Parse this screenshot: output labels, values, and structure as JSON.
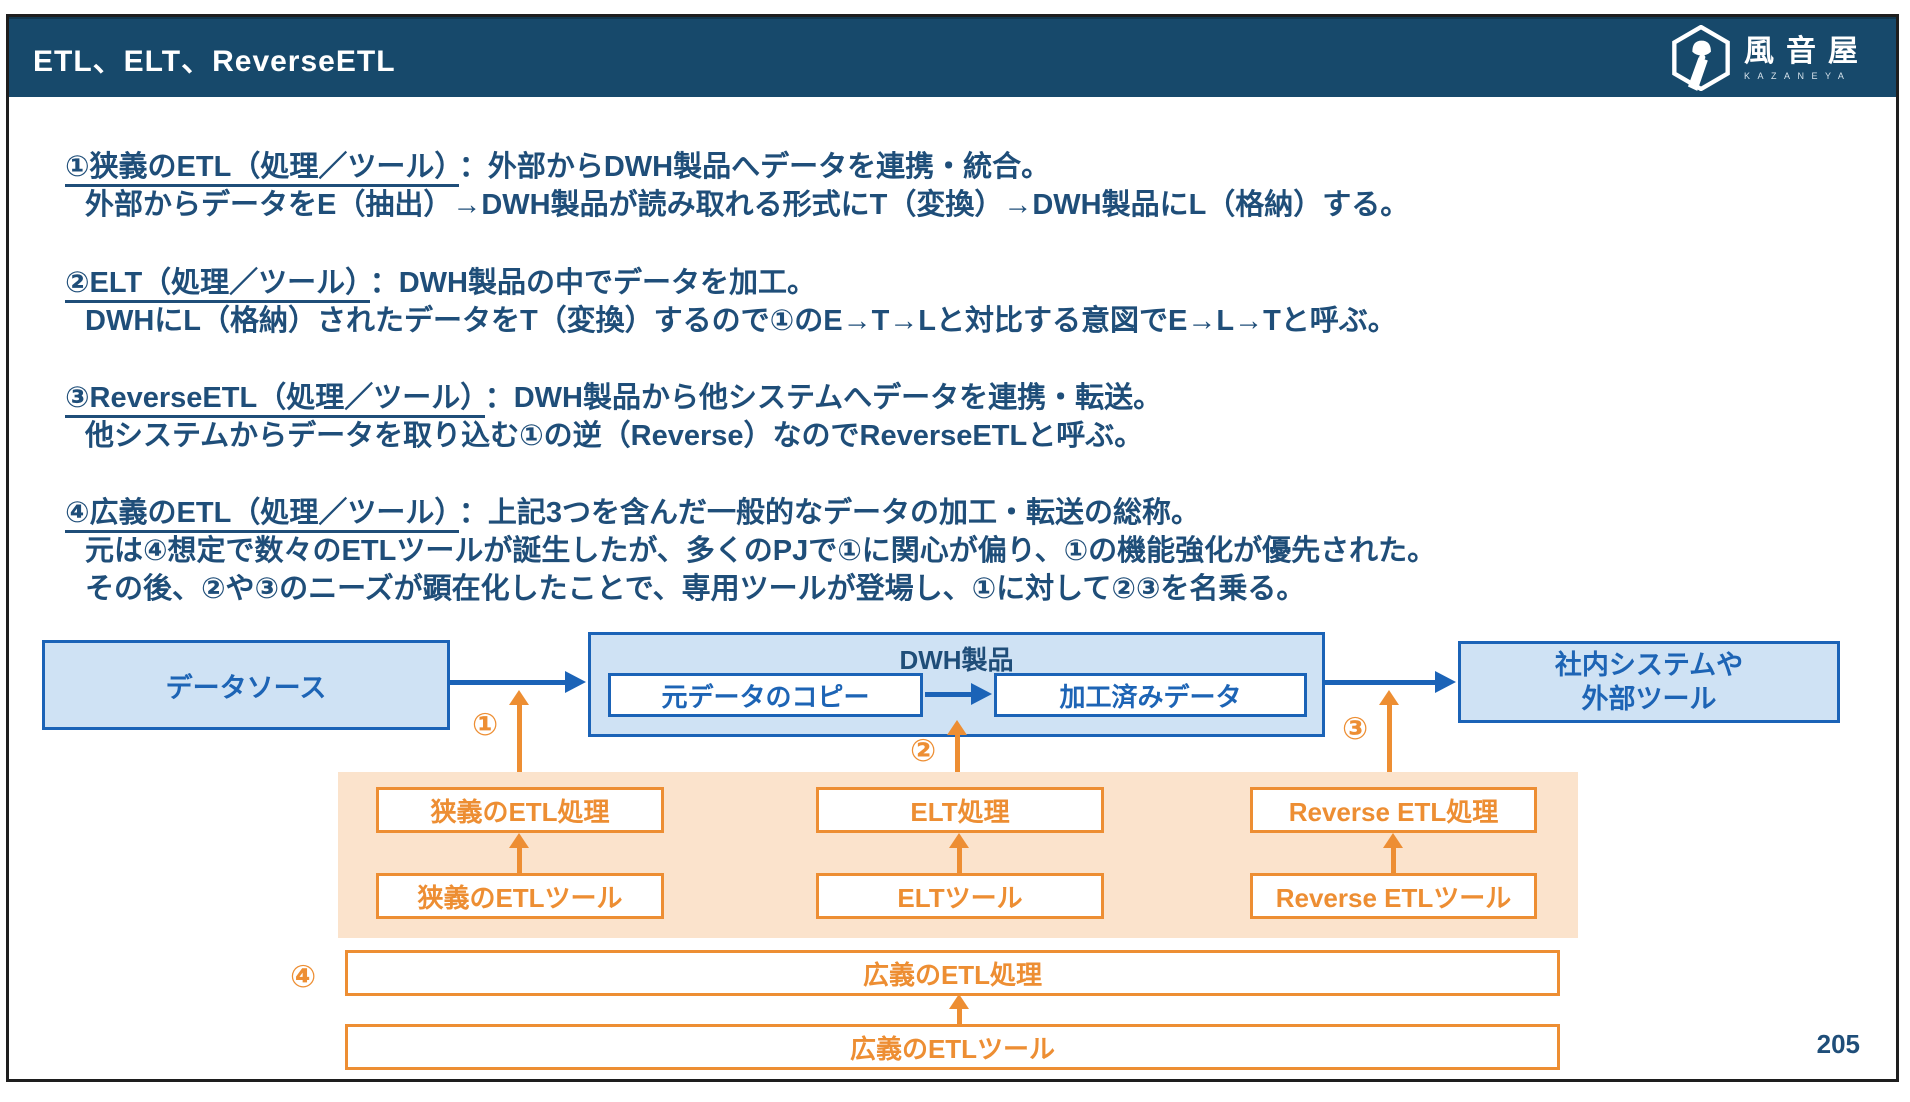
{
  "header": {
    "title": "ETL、ELT、ReverseETL",
    "logo_name": "風音屋",
    "logo_subname": "KAZANEYA"
  },
  "definitions": [
    {
      "heading": "①狭義のETL（処理／ツール）",
      "summary": "：外部からDWH製品へデータを連携・統合。",
      "line2": "外部からデータをE（抽出）→DWH製品が読み取れる形式にT（変換）→DWH製品にL（格納）する。"
    },
    {
      "heading": "②ELT（処理／ツール）",
      "summary": "：DWH製品の中でデータを加工。",
      "line2": "DWHにL（格納）されたデータをT（変換）するので①のE→T→Lと対比する意図でE→L→Tと呼ぶ。"
    },
    {
      "heading": "③ReverseETL（処理／ツール）",
      "summary": "：DWH製品から他システムへデータを連携・転送。",
      "line2": "他システムからデータを取り込む①の逆（Reverse）なのでReverseETLと呼ぶ。"
    },
    {
      "heading": "④広義のETL（処理／ツール）",
      "summary": "：上記3つを含んだ一般的なデータの加工・転送の総称。",
      "line2": "元は④想定で数々のETLツールが誕生したが、多くのPJで①に関心が偏り、①の機能強化が優先された。",
      "line3": "その後、②や③のニーズが顕在化したことで、専用ツールが登場し、①に対して②③を名乗る。"
    }
  ],
  "diagram": {
    "source_box": "データソース",
    "dwh_title": "DWH製品",
    "raw_copy_box": "元データのコピー",
    "processed_box": "加工済みデータ",
    "target_line1": "社内システムや",
    "target_line2": "外部ツール",
    "labels": {
      "l1": "①",
      "l2": "②",
      "l3": "③",
      "l4": "④"
    },
    "process_boxes": [
      "狭義のETL処理",
      "ELT処理",
      "Reverse ETL処理"
    ],
    "tool_boxes": [
      "狭義のETLツール",
      "ELTツール",
      "Reverse ETLツール"
    ],
    "wide_process": "広義のETL処理",
    "wide_tool": "広義のETLツール"
  },
  "page_number": "205",
  "colors": {
    "header_navy": "#17496b",
    "body_text_blue": "#1f4e79",
    "diagram_blue": "#1b63b7",
    "diagram_light_blue": "#cfe2f4",
    "orange": "#ed8e33",
    "peach_background": "#fbe3cc"
  }
}
